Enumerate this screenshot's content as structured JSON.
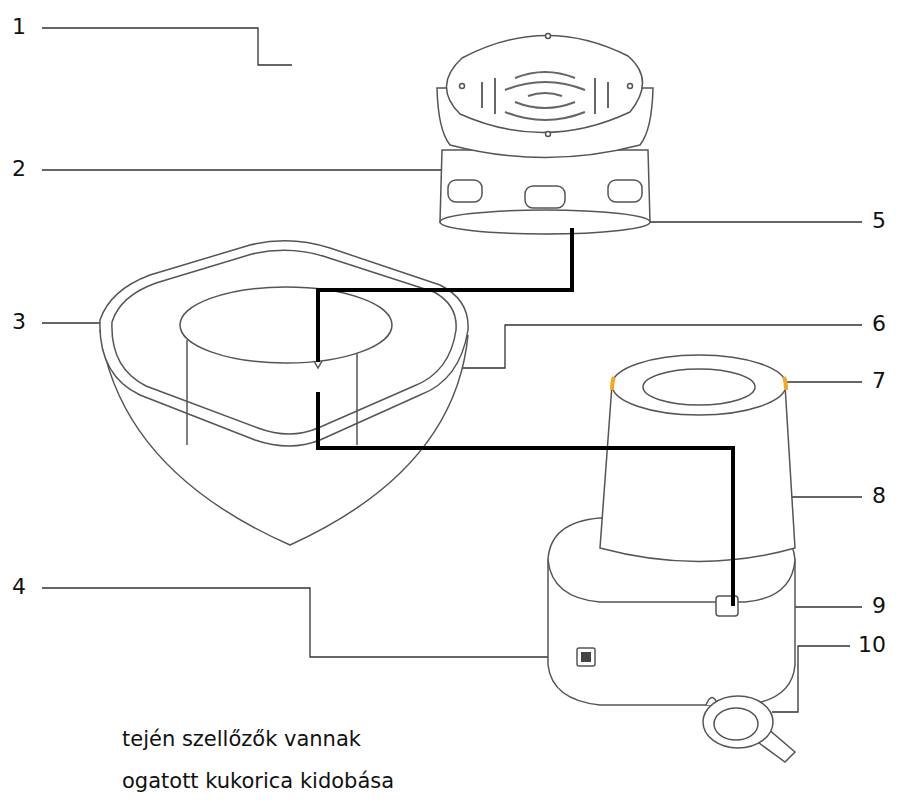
{
  "diagram": {
    "labels": [
      "1",
      "2",
      "3",
      "4",
      "5",
      "6",
      "7",
      "8",
      "9",
      "10",
      "tején szellőzők vannak",
      "ogatott kukorica kidobása"
    ]
  }
}
